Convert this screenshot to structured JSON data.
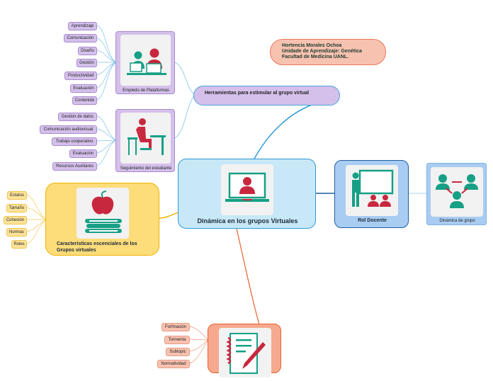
{
  "center": {
    "label": "Dinámica en los grupos Virtuales"
  },
  "author_note": {
    "lines": [
      "Hortencia Morales Ochoa",
      "Unidade de Aprendizaje: Genética",
      "Facultad de Medicina UANL."
    ]
  },
  "herramientas": {
    "label": "Herramientas para estimular al grupo virtual",
    "empleo": {
      "label": "Empledo de Plataformas",
      "items": [
        "Aprendizaje",
        "Comunicación",
        "Diseño",
        "Gestión",
        "Productividad",
        "Evaluación",
        "Contenido"
      ]
    },
    "seguimiento": {
      "label": "Seguimiento del estudiante",
      "items": [
        "Gestion de datos",
        "Comunicación audiovisual",
        "Trabajo cooperativo",
        "Evaluación",
        "Recursos Auxiliares"
      ]
    }
  },
  "rol_docente": {
    "label": "Rol Docente"
  },
  "dinamica_grupo": {
    "label": "Dinámica de grupo"
  },
  "caracteristicas": {
    "label": "Características escenciales de los Grupos virtuales",
    "items": [
      "Estatus",
      "Tamaño",
      "Cohesión",
      "Normas",
      "Roles"
    ]
  },
  "bottom": {
    "items": [
      "Forfmación",
      "Tormenta",
      "Subtopic",
      "Normatividad"
    ]
  },
  "colors": {
    "blue_accent": "#2e9bd6",
    "purple": "#d4c0ea",
    "yellow": "#fddc7a",
    "salmon": "#f6a98f",
    "red_icon": "#c8283e",
    "green_icon": "#16a085"
  }
}
